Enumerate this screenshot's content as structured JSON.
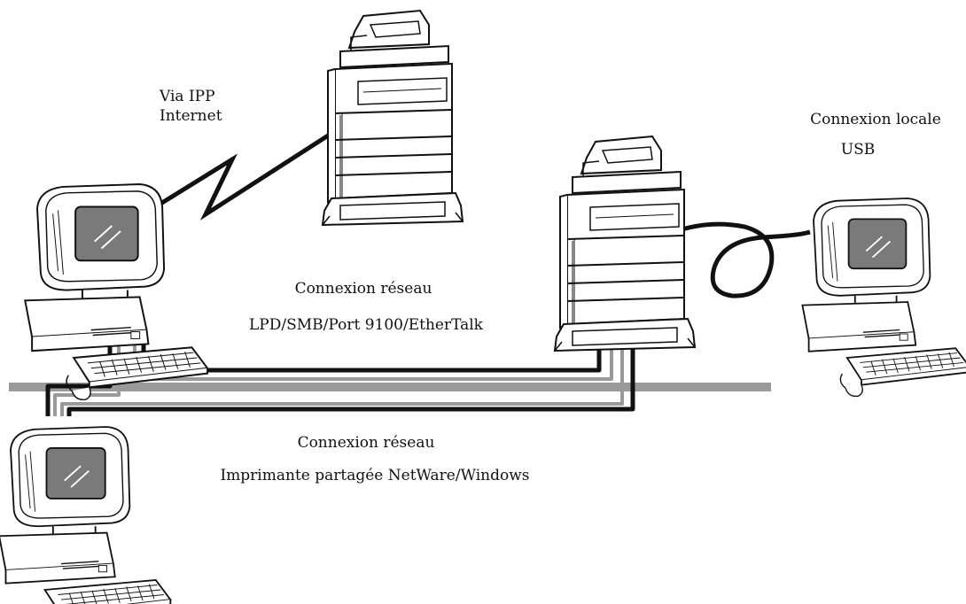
{
  "labels": {
    "ipp_line1": "Via IPP",
    "ipp_line2": "Internet",
    "local_line1": "Connexion locale",
    "local_line2": "USB",
    "network1_line1": "Connexion réseau",
    "network1_line2": "LPD/SMB/Port 9100/EtherTalk",
    "network2_line1": "Connexion réseau",
    "network2_line2": "Imprimante partagée NetWare/Windows"
  },
  "colors": {
    "cable": "#111111",
    "lan_backbone": "#9a9a9a",
    "screen": "#7a7a7a",
    "outline": "#111111",
    "fill": "#ffffff"
  },
  "icons": {
    "computer": "desktop-computer-icon",
    "printer": "multifunction-printer-icon"
  }
}
